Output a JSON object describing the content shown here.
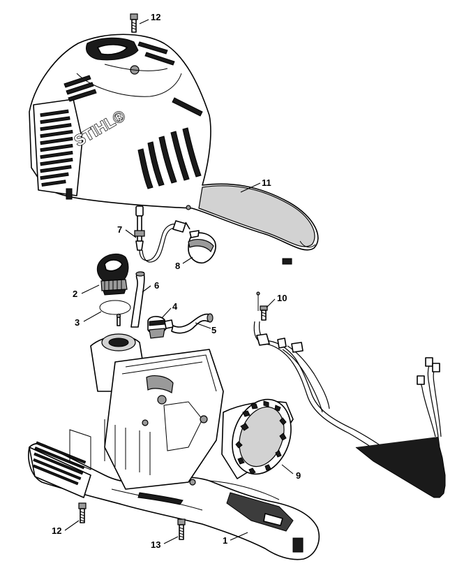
{
  "brand_logo": "STIHL®",
  "callouts": [
    "12",
    "11",
    "7",
    "8",
    "2",
    "6",
    "3",
    "4",
    "5",
    "10",
    "9",
    "12",
    "13",
    "1"
  ],
  "colors": {
    "line": "#000000",
    "background": "#ffffff",
    "shade": "#9a9a9a"
  }
}
